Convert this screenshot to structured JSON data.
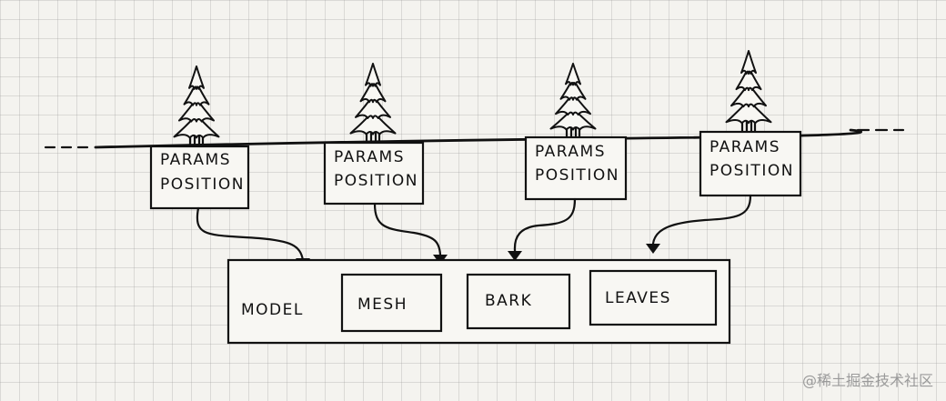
{
  "instances": [
    {
      "line1": "PARAMS",
      "line2": "POSITION"
    },
    {
      "line1": "PARAMS",
      "line2": "POSITION"
    },
    {
      "line1": "PARAMS",
      "line2": "POSITION"
    },
    {
      "line1": "PARAMS",
      "line2": "POSITION"
    }
  ],
  "model": {
    "label": "MODEL",
    "parts": [
      "MESH",
      "BARK",
      "LEAVES"
    ]
  },
  "watermark": "@稀土掘金技术社区",
  "colors": {
    "ink": "#111111",
    "paper": "#f4f3ef",
    "grid": "#c8c8c8",
    "watermark": "#9a9a9a"
  }
}
